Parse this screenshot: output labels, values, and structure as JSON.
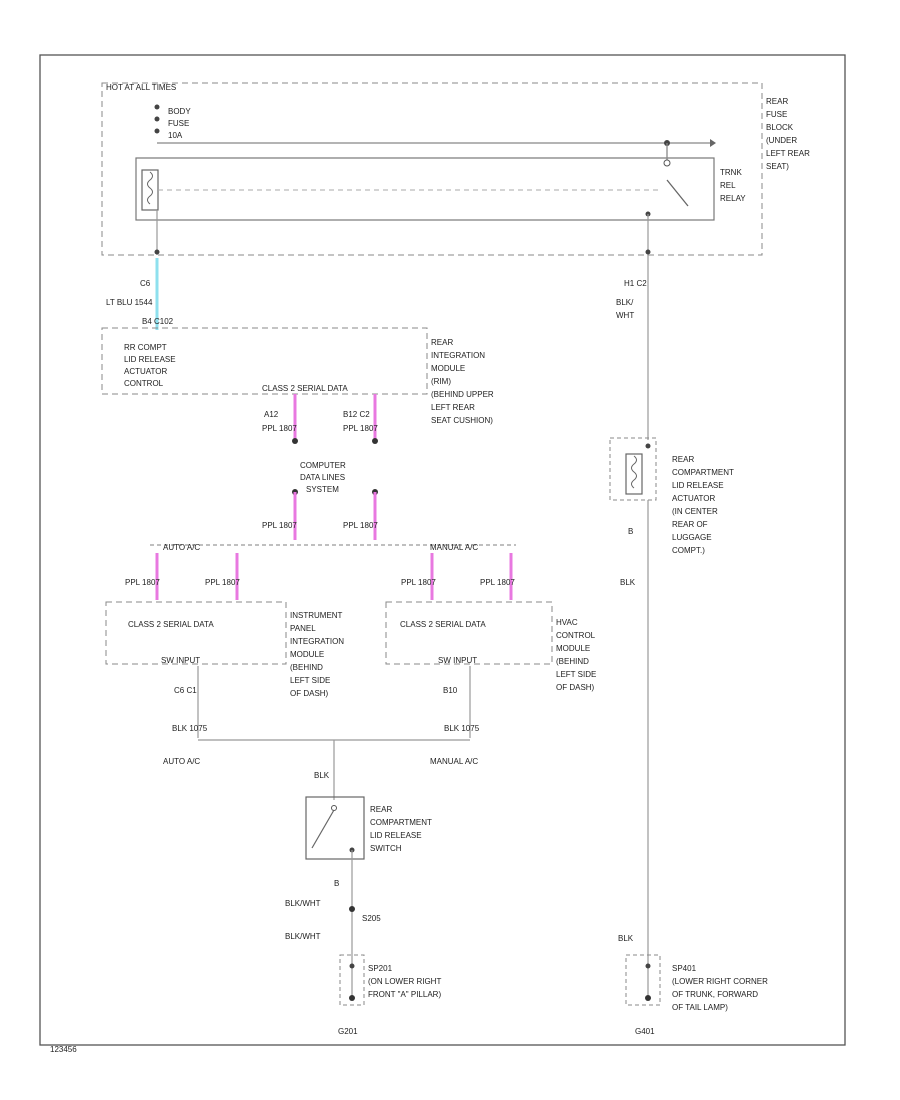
{
  "colors": {
    "wire": "#999999",
    "border": "#555555",
    "ppl": "#e878e0",
    "ltblu": "#8ee0ee"
  },
  "top": {
    "hotlabel": "HOT AT ALL TIMES",
    "body_fuse": [
      "BODY",
      "FUSE",
      "10A"
    ],
    "location": [
      "REAR",
      "FUSE",
      "BLOCK",
      "(UNDER",
      "LEFT REAR",
      "SEAT)"
    ],
    "relay": [
      "TRNK",
      "REL",
      "RELAY"
    ],
    "pin_c6": "C6",
    "pin_h1": "H1   C2",
    "wire1": "LT BLU   1544",
    "wire1_pins": "B4   C102",
    "wire2": [
      "BLK/",
      "WHT"
    ]
  },
  "rim": {
    "box": [
      "RR COMPT",
      "LID RELEASE",
      "ACTUATOR",
      "CONTROL"
    ],
    "loc": [
      "REAR",
      "INTEGRATION",
      "MODULE",
      "(RIM)",
      "(BEHIND UPPER",
      "LEFT REAR",
      "SEAT CUSHION)"
    ],
    "class2": "CLASS 2 SERIAL DATA",
    "pinA": "A12",
    "pinB": "B12   C2",
    "wA": "PPL   1807",
    "wB": "PPL   1807"
  },
  "cdl": {
    "label": [
      "COMPUTER",
      "DATA LINES",
      "SYSTEM"
    ],
    "wA": "PPL   1807",
    "wB": "PPL   1807"
  },
  "split": {
    "auto": "AUTO A/C",
    "manual": "MANUAL A/C",
    "w": [
      "PPL   1807",
      "PPL   1807",
      "PPL   1807",
      "PPL   1807"
    ],
    "bottom_auto": "AUTO A/C",
    "bottom_manual": "MANUAL A/C"
  },
  "ipm": {
    "class2": "CLASS 2 SERIAL DATA",
    "loc": [
      "INSTRUMENT",
      "PANEL",
      "INTEGRATION",
      "MODULE",
      "(BEHIND",
      "LEFT SIDE",
      "OF DASH)"
    ],
    "input": "SW INPUT",
    "pins": "C6    C1",
    "wire": "BLK    1075"
  },
  "hvac": {
    "class2": "CLASS 2 SERIAL DATA",
    "loc": [
      "HVAC",
      "CONTROL",
      "MODULE",
      "(BEHIND",
      "LEFT SIDE",
      "OF DASH)"
    ],
    "input": "SW INPUT",
    "pins": "B10",
    "wire": "BLK    1075"
  },
  "actuator": {
    "label": [
      "REAR",
      "COMPARTMENT",
      "LID RELEASE",
      "ACTUATOR",
      "(IN CENTER",
      "REAR OF",
      "LUGGAGE",
      "COMPT.)"
    ],
    "pin": "B",
    "wire": "BLK"
  },
  "switch": {
    "wire_top": "BLK",
    "label": [
      "REAR",
      "COMPARTMENT",
      "LID RELEASE",
      "SWITCH"
    ],
    "pin": "B",
    "wire1": "BLK/WHT",
    "splice": "S205",
    "wire2": "BLK/WHT"
  },
  "grounds": {
    "left_label": [
      "SP201",
      "(ON LOWER RIGHT",
      "FRONT \"A\" PILLAR)"
    ],
    "left_id": "G201",
    "right_wire": "BLK",
    "right_label": [
      "SP401",
      "(LOWER RIGHT CORNER",
      "OF TRUNK, FORWARD",
      "OF TAIL LAMP)"
    ],
    "right_id": "G401"
  },
  "footer": "123456"
}
